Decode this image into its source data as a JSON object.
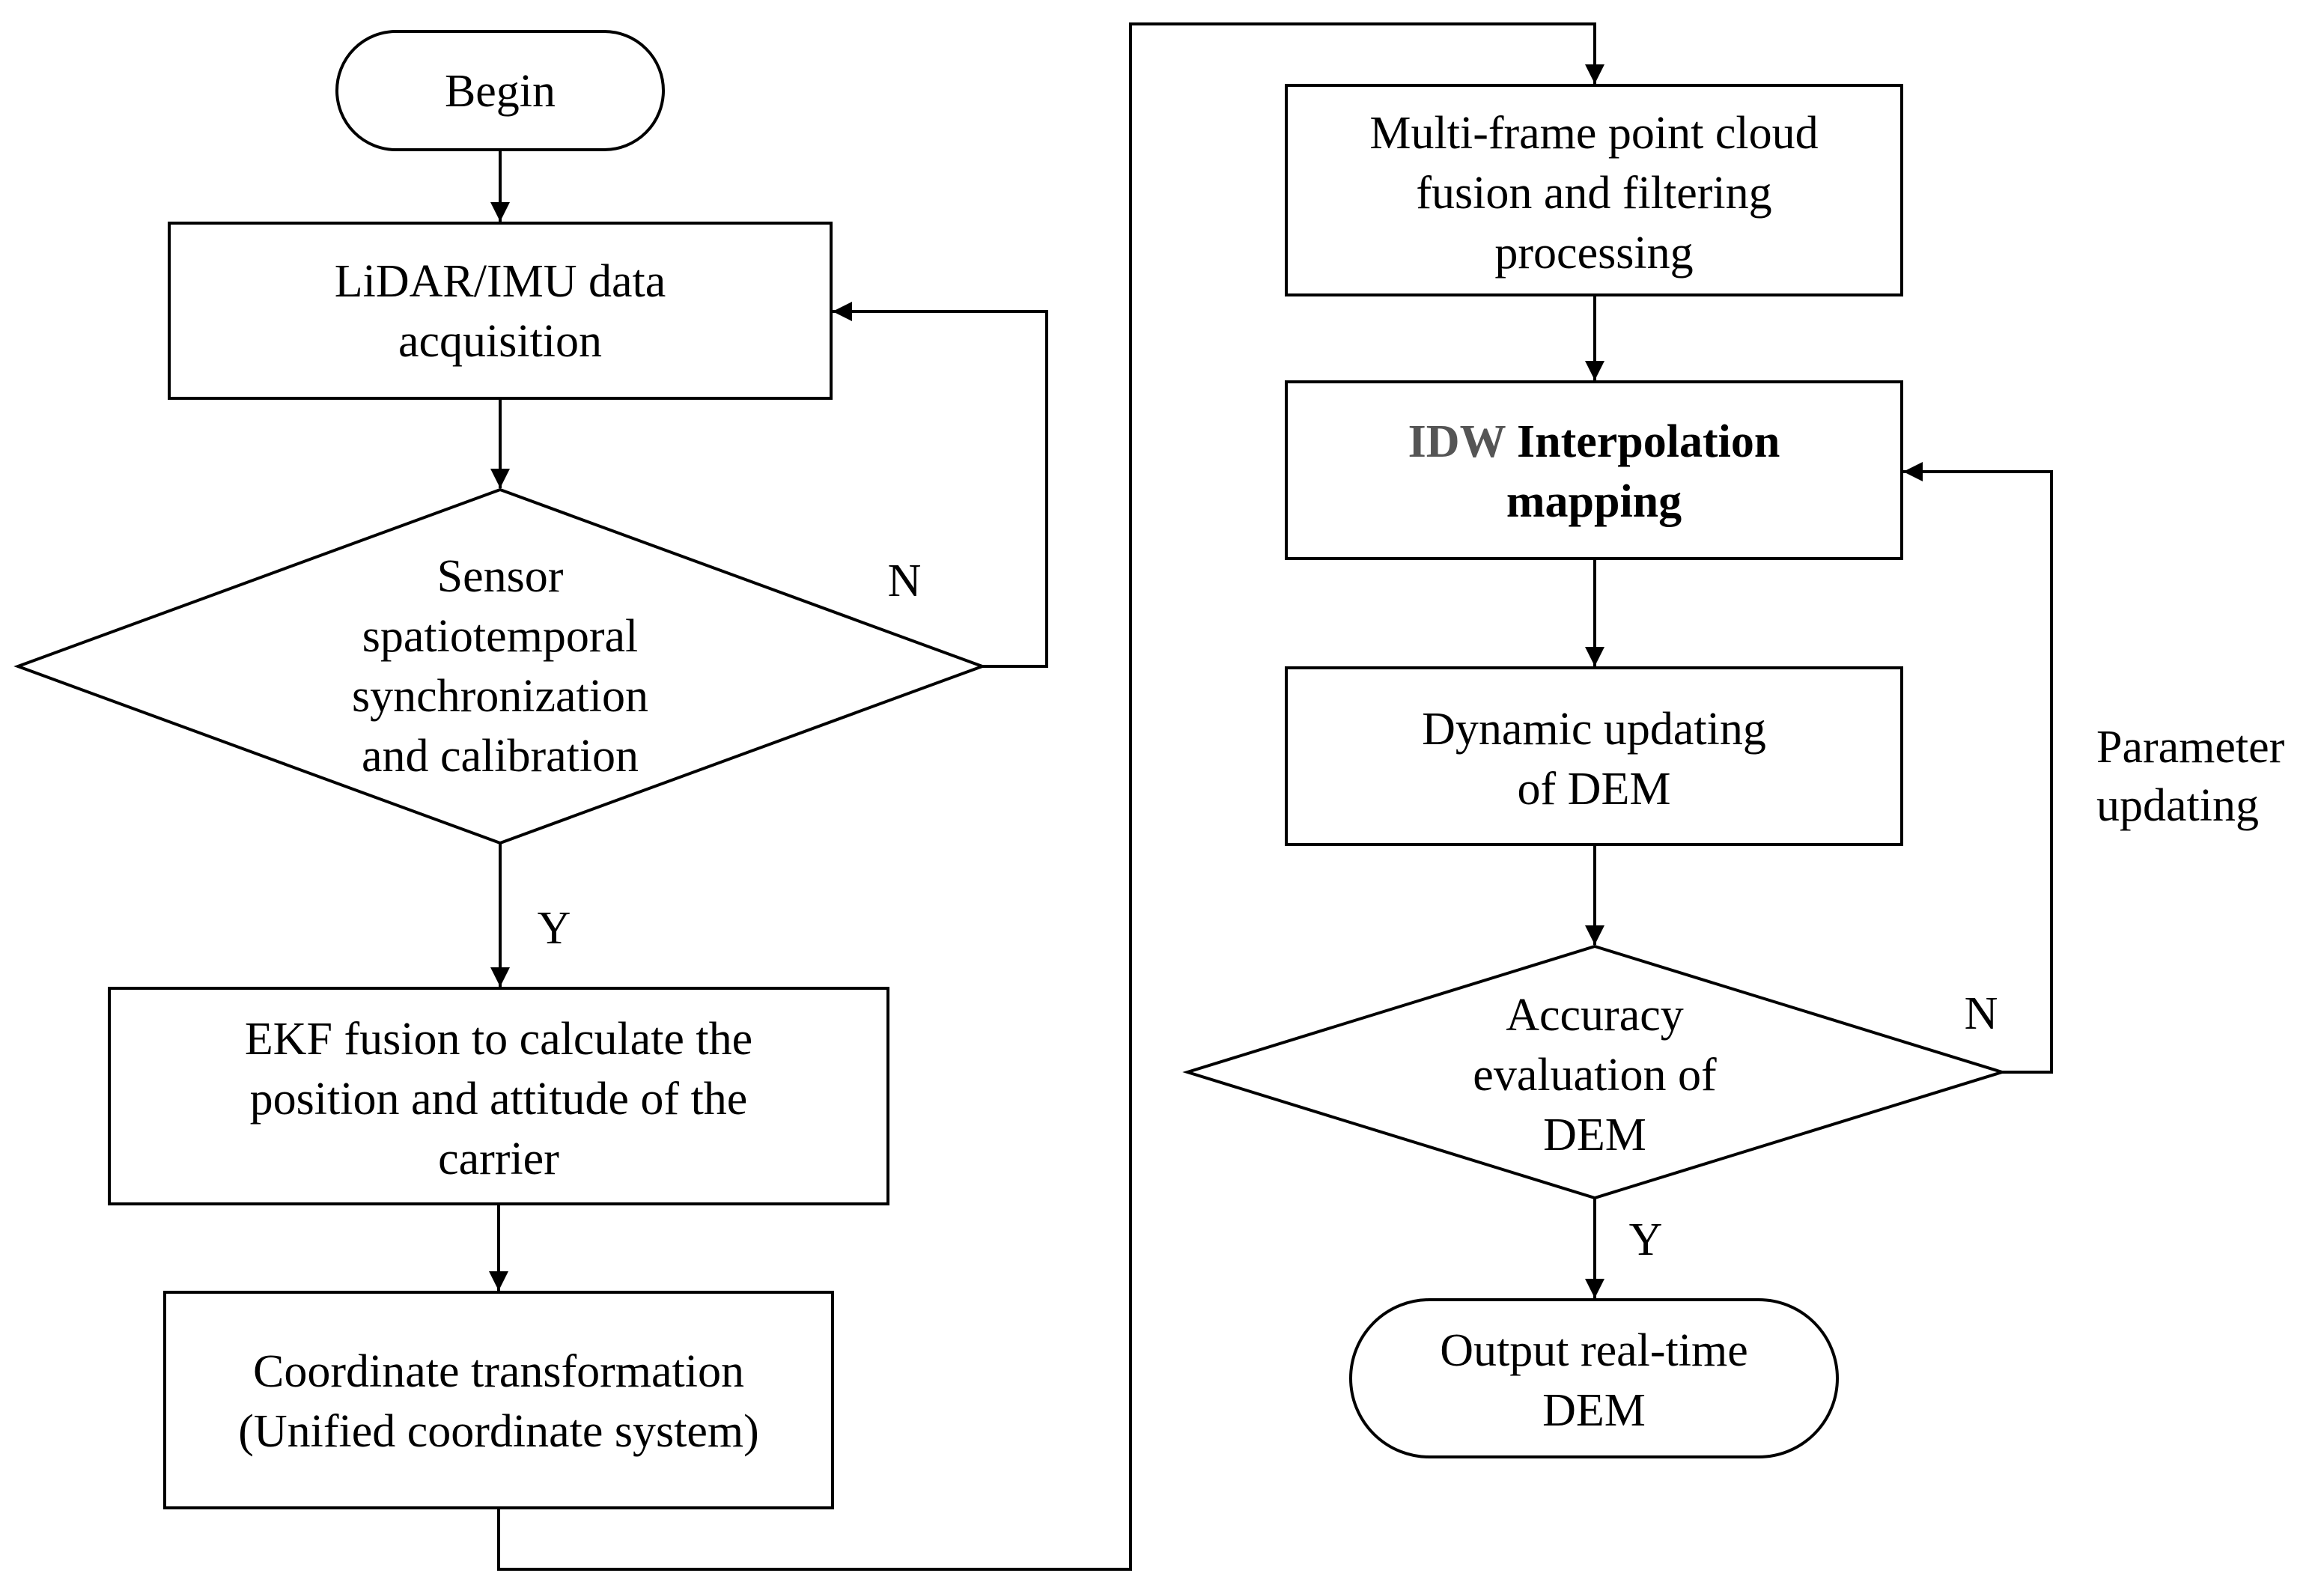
{
  "left_column": {
    "begin": "Begin",
    "acquisition": {
      "line1": "LiDAR/IMU  data",
      "line2": "acquisition"
    },
    "sync": {
      "line1": "Sensor",
      "line2": "spatiotemporal",
      "line3": "synchronization",
      "line4": "and calibration"
    },
    "sync_no": "N",
    "sync_yes": "Y",
    "ekf": {
      "line1": "EKF  fusion to calculate the",
      "line2": "position and attitude of the",
      "line3": "carrier"
    },
    "coord": {
      "line1": "Coordinate transformation",
      "line2": "(Unified coordinate system)"
    }
  },
  "right_column": {
    "fusion": {
      "line1": "Multi-frame point cloud",
      "line2": "fusion and filtering",
      "line3": "processing"
    },
    "idw": {
      "prefix": "IDW",
      "rest": " Interpolation",
      "line2": "mapping"
    },
    "dynamic": {
      "line1": "Dynamic updating",
      "line2": "of DEM"
    },
    "accuracy": {
      "line1": "Accuracy",
      "line2": "evaluation of",
      "line3": "DEM"
    },
    "accuracy_no": "N",
    "accuracy_yes": "Y",
    "output": {
      "line1": "Output real-time",
      "line2": "DEM"
    },
    "feedback_label": {
      "line1": "Parameter",
      "line2": "updating"
    }
  }
}
